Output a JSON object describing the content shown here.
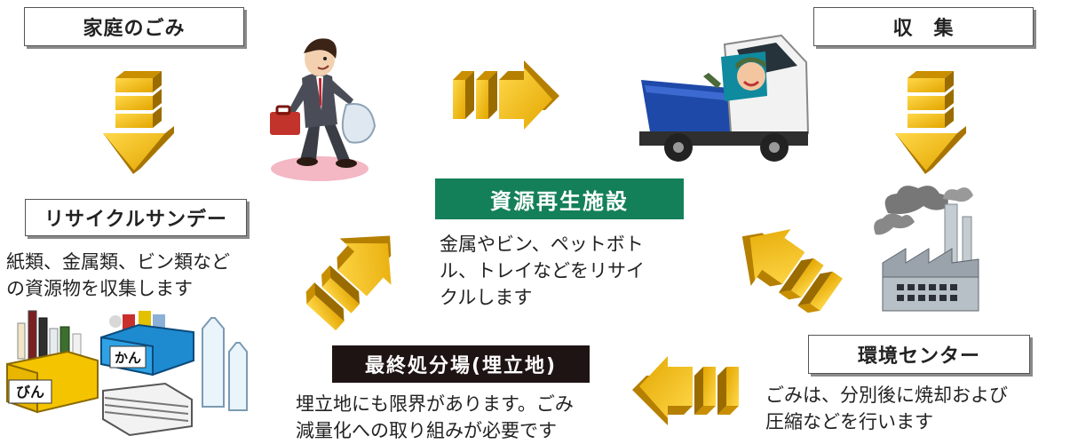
{
  "labels": {
    "household_waste": "家庭のごみ",
    "collection": "収　集",
    "recycle_sunday": "リサイクルサンデー",
    "recycling_facility": "資源再生施設",
    "environment_center": "環境センター",
    "final_disposal": "最終処分場(埋立地)"
  },
  "descriptions": {
    "recycle_sunday": [
      "紙類、金属類、ビン類など",
      "の資源物を収集します"
    ],
    "recycling_facility": [
      "金属やビン、ペットボト",
      "ル、トレイなどをリサイ",
      "クルします"
    ],
    "environment_center": [
      "ごみは、分別後に焼却および",
      "圧縮などを行います"
    ],
    "final_disposal": [
      "埋立地にも限界があります。ごみ",
      "減量化への取り組みが必要です"
    ]
  },
  "bins": {
    "bottles": "びん",
    "cans": "かん"
  },
  "icons": [
    "person-with-bag-icon",
    "garbage-truck-icon",
    "factory-icon",
    "recyclables-icon"
  ],
  "colors": {
    "arrow": "#e8b000",
    "arrow_dark": "#b07a00",
    "facility_tag": "#14805a",
    "disposal_tag": "#1f1414"
  }
}
